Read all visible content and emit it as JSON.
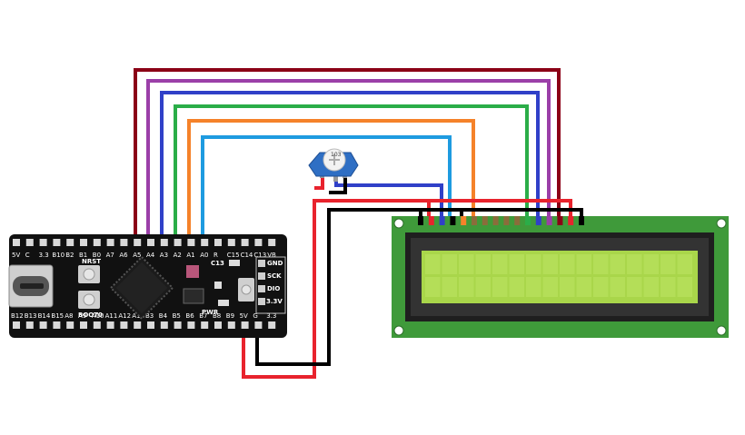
{
  "board": {
    "top_pins": [
      "5V",
      "C",
      "3.3",
      "B10",
      "B2",
      "B1",
      "B0",
      "A7",
      "A6",
      "A5",
      "A4",
      "A3",
      "A2",
      "A1",
      "A0",
      "R",
      "C15",
      "C14",
      "C13",
      "VB"
    ],
    "bottom_pins": [
      "B12",
      "B13",
      "B14",
      "B15",
      "A8",
      "A9",
      "A10",
      "A11",
      "A12",
      "A15",
      "B3",
      "B4",
      "B5",
      "B6",
      "B7",
      "B8",
      "B9",
      "5V",
      "G",
      "3.3"
    ],
    "button_labels": {
      "reset": "NRST",
      "boot": "BOOT0"
    },
    "led_labels": {
      "c13": "C13",
      "power": "PWR"
    },
    "debug_labels": [
      "GND",
      "SCK",
      "DIO",
      "3.3V"
    ]
  },
  "potentiometer": {
    "label": "103"
  },
  "lcd": {
    "pin_count": 16
  },
  "colors": {
    "dark_red": "#8b0016",
    "purple": "#9b3fa8",
    "blue": "#3040c8",
    "green": "#2bad48",
    "orange": "#f5822a",
    "light_blue": "#1e9be0",
    "red": "#e8232d",
    "black": "#000000",
    "lcd_screen": "#a9d64a",
    "lcd_board": "#3f9a3a"
  }
}
